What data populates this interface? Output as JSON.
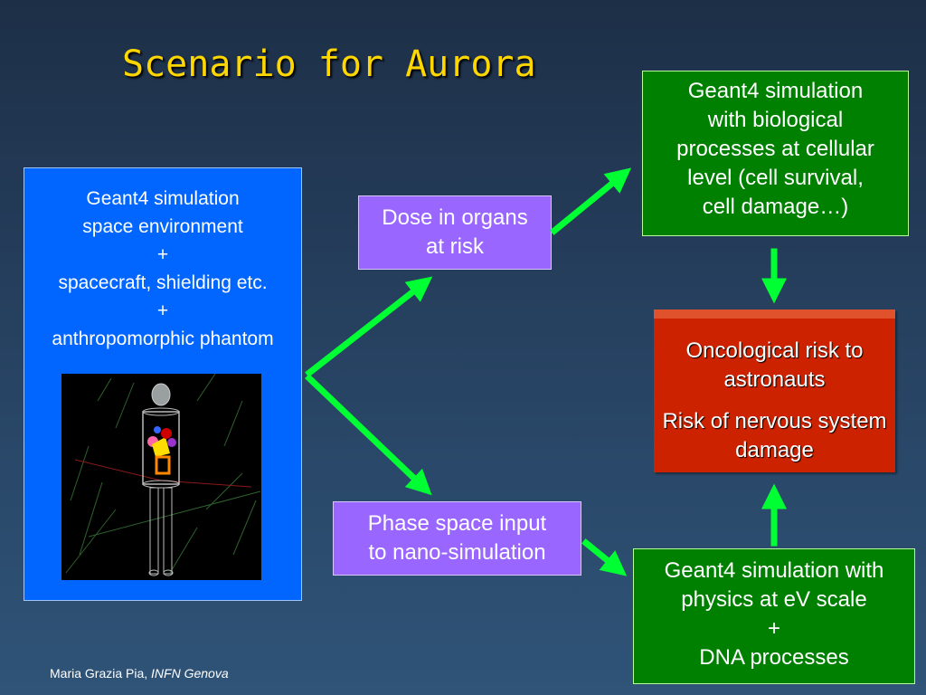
{
  "title": "Scenario for Aurora",
  "env_box": {
    "lines": [
      "Geant4 simulation",
      "space environment",
      "+",
      "spacecraft, shielding etc.",
      "+",
      "anthropomorphic phantom"
    ]
  },
  "dose_box": {
    "lines": [
      "Dose in organs",
      "at risk"
    ]
  },
  "phase_box": {
    "lines": [
      "Phase space input",
      "to nano-simulation"
    ]
  },
  "bio_box": {
    "lines": [
      "Geant4 simulation",
      "with biological",
      "processes at cellular",
      "level (cell survival,",
      "cell damage…)"
    ]
  },
  "risk_box": {
    "paragraphs": [
      "Oncological risk to astronauts",
      "Risk of nervous system damage"
    ]
  },
  "dna_box": {
    "lines": [
      "Geant4 simulation with",
      "physics at eV scale",
      "+",
      "DNA processes"
    ]
  },
  "footer": {
    "author": "Maria Grazia Pia, ",
    "institution": "INFN Genova"
  },
  "colors": {
    "arrow": "#00ff33",
    "title": "#ffd700",
    "env_bg": "#0066ff",
    "purple_bg": "#9966ff",
    "green_bg": "#008000",
    "risk_bg": "#cc2200"
  }
}
